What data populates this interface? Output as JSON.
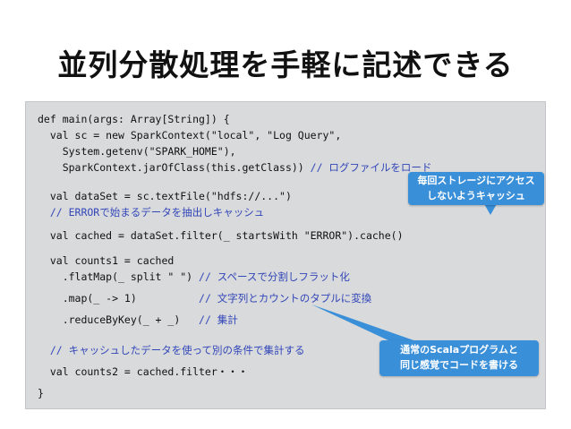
{
  "slide": {
    "title": "並列分散処理を手軽に記述できる"
  },
  "code": {
    "l1": "def main(args: Array[String]) {",
    "l2": "  val sc = new SparkContext(\"local\", \"Log Query\",",
    "l3": "    System.getenv(\"SPARK_HOME\"),",
    "l4_code": "    SparkContext.jarOfClass(this.getClass)) ",
    "l4_comment": "// ログファイルをロード",
    "l5": "  val dataSet = sc.textFile(\"hdfs://...\")",
    "l6_comment": "  // ERRORで始まるデータを抽出しキャッシュ",
    "l7": "  val cached = dataSet.filter(_ startsWith \"ERROR\").cache()",
    "l8": "  val counts1 = cached",
    "l9_code": "    .flatMap(_ split \" \") ",
    "l9_comment": "// スペースで分割しフラット化",
    "l10_code": "    .map(_ -> 1)          ",
    "l10_comment": "// 文字列とカウントのタプルに変換",
    "l11_code": "    .reduceByKey(_ + _)   ",
    "l11_comment": "// 集計",
    "l12_comment": "  // キャッシュしたデータを使って別の条件で集計する",
    "l13": "  val counts2 = cached.filter・・・",
    "l14": "}"
  },
  "callouts": {
    "cache_line1": "毎回ストレージにアクセス",
    "cache_line2": "しないようキャッシュ",
    "scala_line1": "通常のScalaプログラムと",
    "scala_line2": "同じ感覚でコードを書ける"
  },
  "colors": {
    "code_background": "#d9dadc",
    "comment": "#3246b8",
    "callout": "#3a8fd9"
  }
}
